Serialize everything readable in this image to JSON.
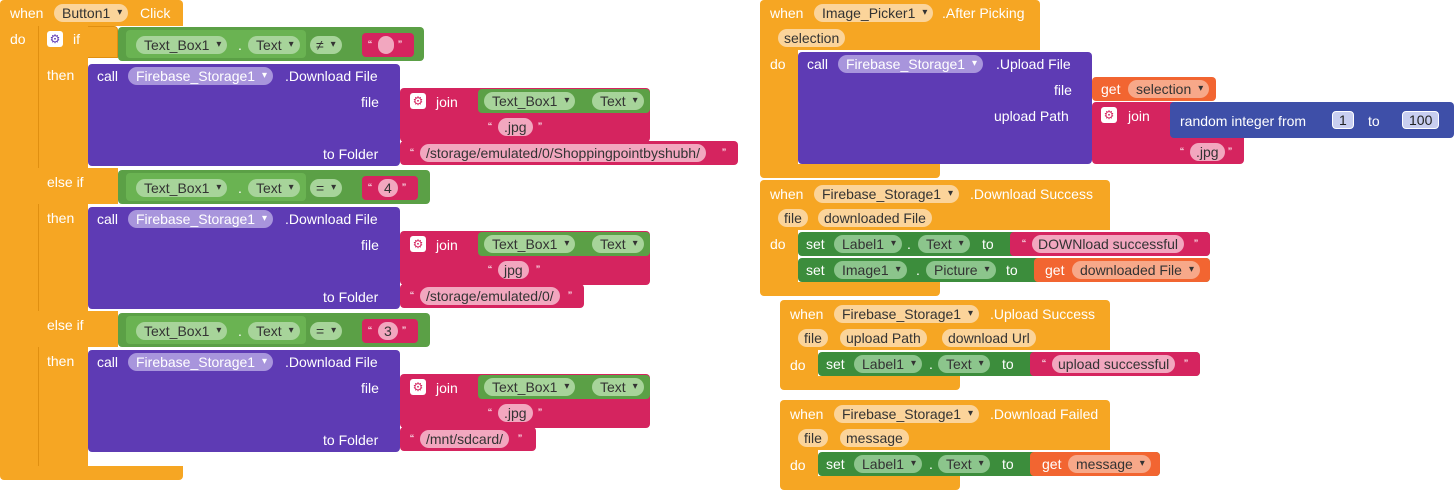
{
  "colors": {
    "event": "#f6a623",
    "procedure": "#5e3bb4",
    "text": "#d5245f",
    "compare": "#5ba046",
    "get": "#f26531",
    "set": "#3c8d3c",
    "math": "#3e4fa8"
  },
  "b1": {
    "when": "when",
    "comp": "Button1",
    "event": "Click",
    "do": "do",
    "if": "if",
    "elseif1": "else if",
    "elseif2": "else if",
    "then1": "then",
    "then2": "then",
    "then3": "then",
    "cond1": {
      "comp": "Text_Box1",
      "dot": ".",
      "prop": "Text",
      "op": "≠",
      "val": ""
    },
    "cond2": {
      "comp": "Text_Box1",
      "dot": ".",
      "prop": "Text",
      "op": "=",
      "val": "4"
    },
    "cond3": {
      "comp": "Text_Box1",
      "dot": ".",
      "prop": "Text",
      "op": "=",
      "val": "3"
    },
    "call": "call",
    "storage": "Firebase_Storage1",
    "method": ".Download File",
    "file": "file",
    "join": "join",
    "folder": "to Folder",
    "tb": "Text_Box1",
    "tbprop": "Text",
    "ext": ".jpg",
    "ext2": "jpg",
    "ext3": ".jpg",
    "path1": "/storage/emulated/0/Shoppingpointbyshubh/",
    "path2": "/storage/emulated/0/",
    "path3": "/mnt/sdcard/"
  },
  "b2": {
    "when": "when",
    "comp": "Image_Picker1",
    "event": ".After Picking",
    "param": "selection",
    "do": "do",
    "call": "call",
    "storage": "Firebase_Storage1",
    "method": ".Upload File",
    "file": "file",
    "get": "get",
    "getv": "selection",
    "upath": "upload Path",
    "join": "join",
    "rand": "random integer from",
    "to": "to",
    "from_val": "1",
    "to_val": "100",
    "ext": ".jpg"
  },
  "b3": {
    "when": "when",
    "comp": "Firebase_Storage1",
    "event": ".Download Success",
    "p1": "file",
    "p2": "downloaded File",
    "do": "do",
    "set": "set",
    "label": "Label1",
    "prop": "Text",
    "to": "to",
    "msg": "DOWNload successful",
    "img": "Image1",
    "imgprop": "Picture",
    "get": "get",
    "getv": "downloaded File"
  },
  "b4": {
    "when": "when",
    "comp": "Firebase_Storage1",
    "event": ".Upload Success",
    "p1": "file",
    "p2": "upload Path",
    "p3": "download Url",
    "do": "do",
    "set": "set",
    "label": "Label1",
    "prop": "Text",
    "to": "to",
    "msg": "upload successful"
  },
  "b5": {
    "when": "when",
    "comp": "Firebase_Storage1",
    "event": ".Download Failed",
    "p1": "file",
    "p2": "message",
    "do": "do",
    "set": "set",
    "label": "Label1",
    "prop": "Text",
    "to": "to",
    "get": "get",
    "getv": "message"
  }
}
